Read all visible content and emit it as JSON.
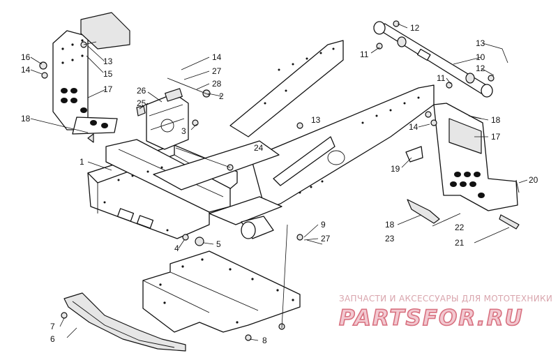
{
  "diagram": {
    "callouts": {
      "c1": "1",
      "c2": "2",
      "c3": "3",
      "c4": "4",
      "c5": "5",
      "c6": "6",
      "c7": "7",
      "c8": "8",
      "c9": "9",
      "c10": "10",
      "c11a": "11",
      "c11b": "11",
      "c12a": "12",
      "c12b": "12",
      "c13a": "13",
      "c13b": "13",
      "c13c": "13",
      "c14a": "14",
      "c14b": "14",
      "c14c": "14",
      "c15": "15",
      "c16": "16",
      "c17a": "17",
      "c17b": "17",
      "c18a": "18",
      "c18b": "18",
      "c18c": "18",
      "c19": "19",
      "c20": "20",
      "c21": "21",
      "c22": "22",
      "c23": "23",
      "c24": "24",
      "c25": "25",
      "c26": "26",
      "c27a": "27",
      "c27b": "27",
      "c28": "28"
    }
  },
  "watermark": {
    "tagline": "ЗАПЧАСТИ И АКСЕССУАРЫ ДЛЯ МОТОТЕХНИКИ",
    "logo": "PARTSFOR.RU"
  }
}
